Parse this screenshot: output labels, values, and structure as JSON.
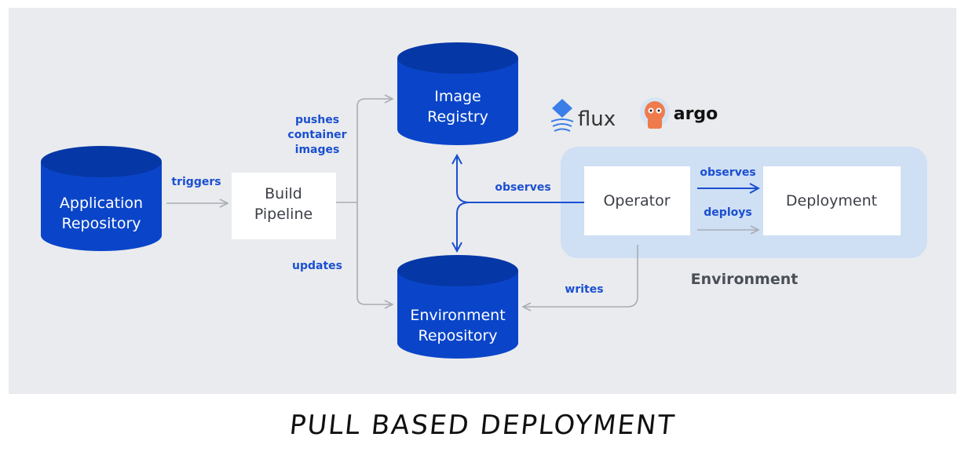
{
  "nodes": {
    "app_repo": "Application Repository",
    "build_pipeline": "Build Pipeline",
    "image_registry": "Image Registry",
    "env_repo": "Environment Repository",
    "operator": "Operator",
    "deployment": "Deployment",
    "environment": "Environment"
  },
  "edges": {
    "triggers": "triggers",
    "pushes_line1": "pushes",
    "pushes_line2": "container",
    "pushes_line3": "images",
    "updates": "updates",
    "observes_registry": "observes",
    "observes_deployment": "observes",
    "deploys": "deploys",
    "writes": "writes"
  },
  "logos": {
    "flux": "flux",
    "argo": "argo"
  },
  "caption": "PULL BASED DEPLOYMENT",
  "colors": {
    "background": "#eaebee",
    "cylinder": "#0a45c9",
    "cylinder_dark": "#0637a6",
    "accent": "#1a4fd1",
    "environment_bg": "#cfdff4",
    "gray_arrow": "#a8adb4",
    "box": "#ffffff"
  }
}
